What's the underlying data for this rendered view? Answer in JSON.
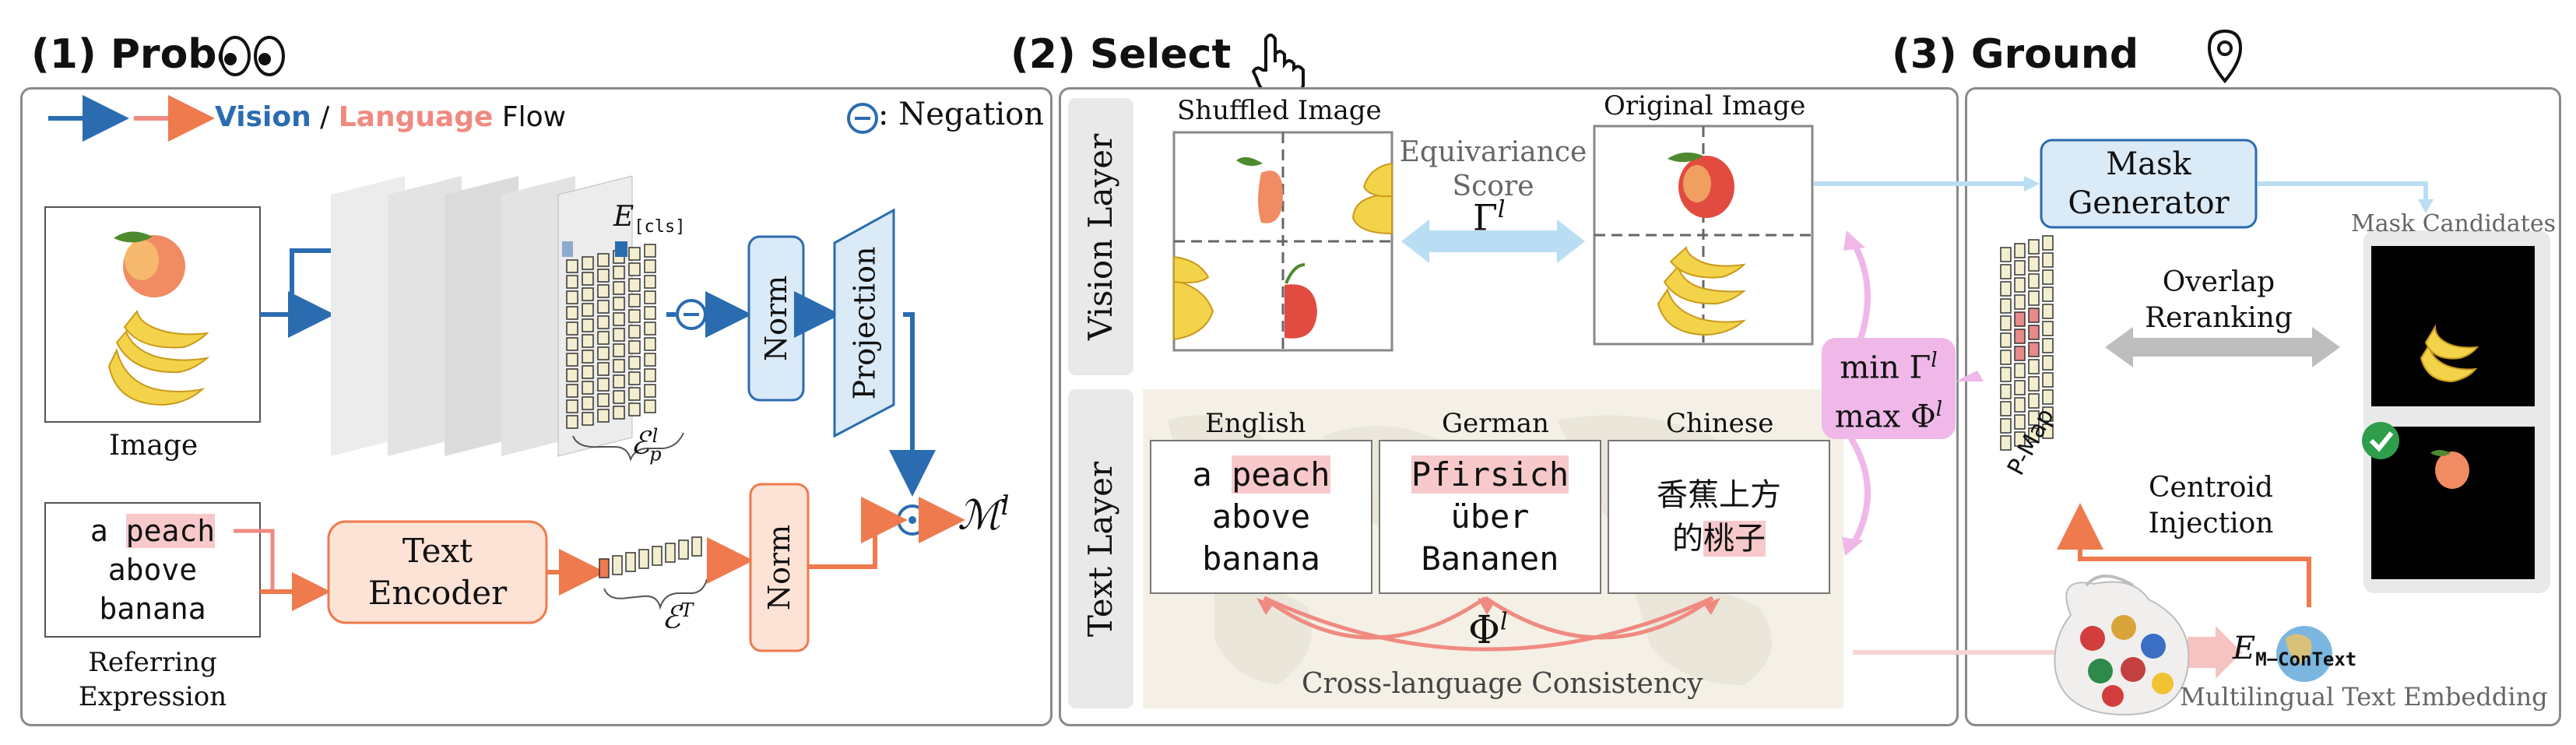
{
  "sections": {
    "probe": "(1) Probe",
    "select": "(2) Select",
    "ground": "(3) Ground"
  },
  "probe": {
    "legend_vision": "Vision",
    "legend_sep": " / ",
    "legend_language": "Language",
    "legend_flow": " Flow",
    "negation_label": ": Negation",
    "image_label": "Image",
    "referring_line1": "Referring",
    "referring_line2": "Expression",
    "expr_a": "a ",
    "expr_peach": "peach",
    "expr_line2": "above",
    "expr_line3": "banana",
    "e_cls": "E",
    "e_cls_sub": "[cls]",
    "norm": "Norm",
    "projection": "Projection",
    "text_encoder_1": "Text",
    "text_encoder_2": "Encoder",
    "eps_p": "ℰ",
    "eps_p_sub": "p",
    "eps_p_sup": "l",
    "eps_t": "ℰ",
    "eps_t_sup": "T",
    "m_l": "ℳ",
    "m_l_sup": "l",
    "odot": "⊙",
    "ominus": "⊖"
  },
  "select": {
    "vision_layer": "Vision Layer",
    "text_layer": "Text Layer",
    "shuffled_image": "Shuffled Image",
    "original_image": "Original Image",
    "equivariance_1": "Equivariance",
    "equivariance_2": "Score",
    "gamma": "Γ",
    "gamma_sup": "l",
    "min_gamma": "min Γ",
    "max_phi": "max Φ",
    "minmax_sup": "l",
    "phi": "Φ",
    "phi_sup": "l",
    "cross_lang": "Cross-language Consistency",
    "languages": [
      {
        "name": "English",
        "pre": "a ",
        "hl": "peach",
        "rest1": "above",
        "rest2": "banana"
      },
      {
        "name": "German",
        "pre": "",
        "hl": "Pfirsich",
        "rest1": "über",
        "rest2": "Bananen"
      },
      {
        "name": "Chinese",
        "pre": "",
        "hl": "",
        "rest1": "香蕉上方",
        "rest2a": "的",
        "rest2hl": "桃子"
      }
    ]
  },
  "ground": {
    "mask_generator_1": "Mask",
    "mask_generator_2": "Generator",
    "mask_candidates": "Mask Candidates",
    "overlap_1": "Overlap",
    "overlap_2": "Reranking",
    "centroid_1": "Centroid",
    "centroid_2": "Injection",
    "pmap": "P-Map",
    "e_mcontext": "E",
    "e_mcontext_sub": "M−ConText",
    "multilingual": "Multilingual Text Embedding",
    "check": "✓"
  },
  "colors": {
    "vision": "#2b6cb0",
    "language": "#f08a66",
    "language_text": "#f08a80",
    "norm_fill": "#dbeaf7",
    "lang_fill": "#fde3d6",
    "highlight": "#f7c9cb",
    "pink": "#efb8e8",
    "light_blue": "#b9def3"
  }
}
